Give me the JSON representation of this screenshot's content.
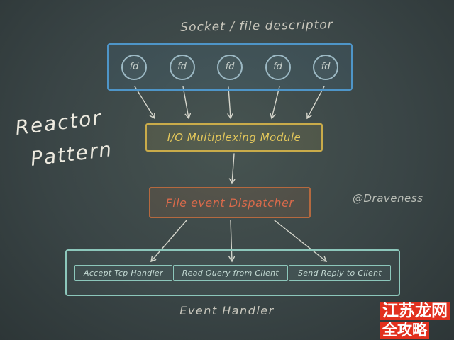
{
  "title": {
    "line1": "Reactor",
    "line2": "Pattern"
  },
  "author_watermark": "@Draveness",
  "diagram": {
    "top_label": "Socket / file descriptor",
    "fd_nodes": [
      "fd",
      "fd",
      "fd",
      "fd",
      "fd"
    ],
    "multiplexing_label": "I/O Multiplexing Module",
    "dispatcher_label": "File event Dispatcher",
    "handlers": [
      "Accept Tcp Handler",
      "Read Query from Client",
      "Send Reply to Client"
    ],
    "group_label": "Event Handler"
  },
  "site_watermark": {
    "line1": "江苏龙网",
    "line2": "全攻略"
  },
  "colors": {
    "blue_box": "#4e95c8",
    "circle_stroke": "#9cb9c4",
    "yellow_box": "#c9ab4a",
    "yellow_text": "#e3c75b",
    "orange_box": "#b5693f",
    "orange_text": "#d96a4b",
    "teal_box": "#8cc7bb",
    "handler_text": "#c3d9d3",
    "ink": "#d6d6cc",
    "badge_red": "#e2301e"
  }
}
